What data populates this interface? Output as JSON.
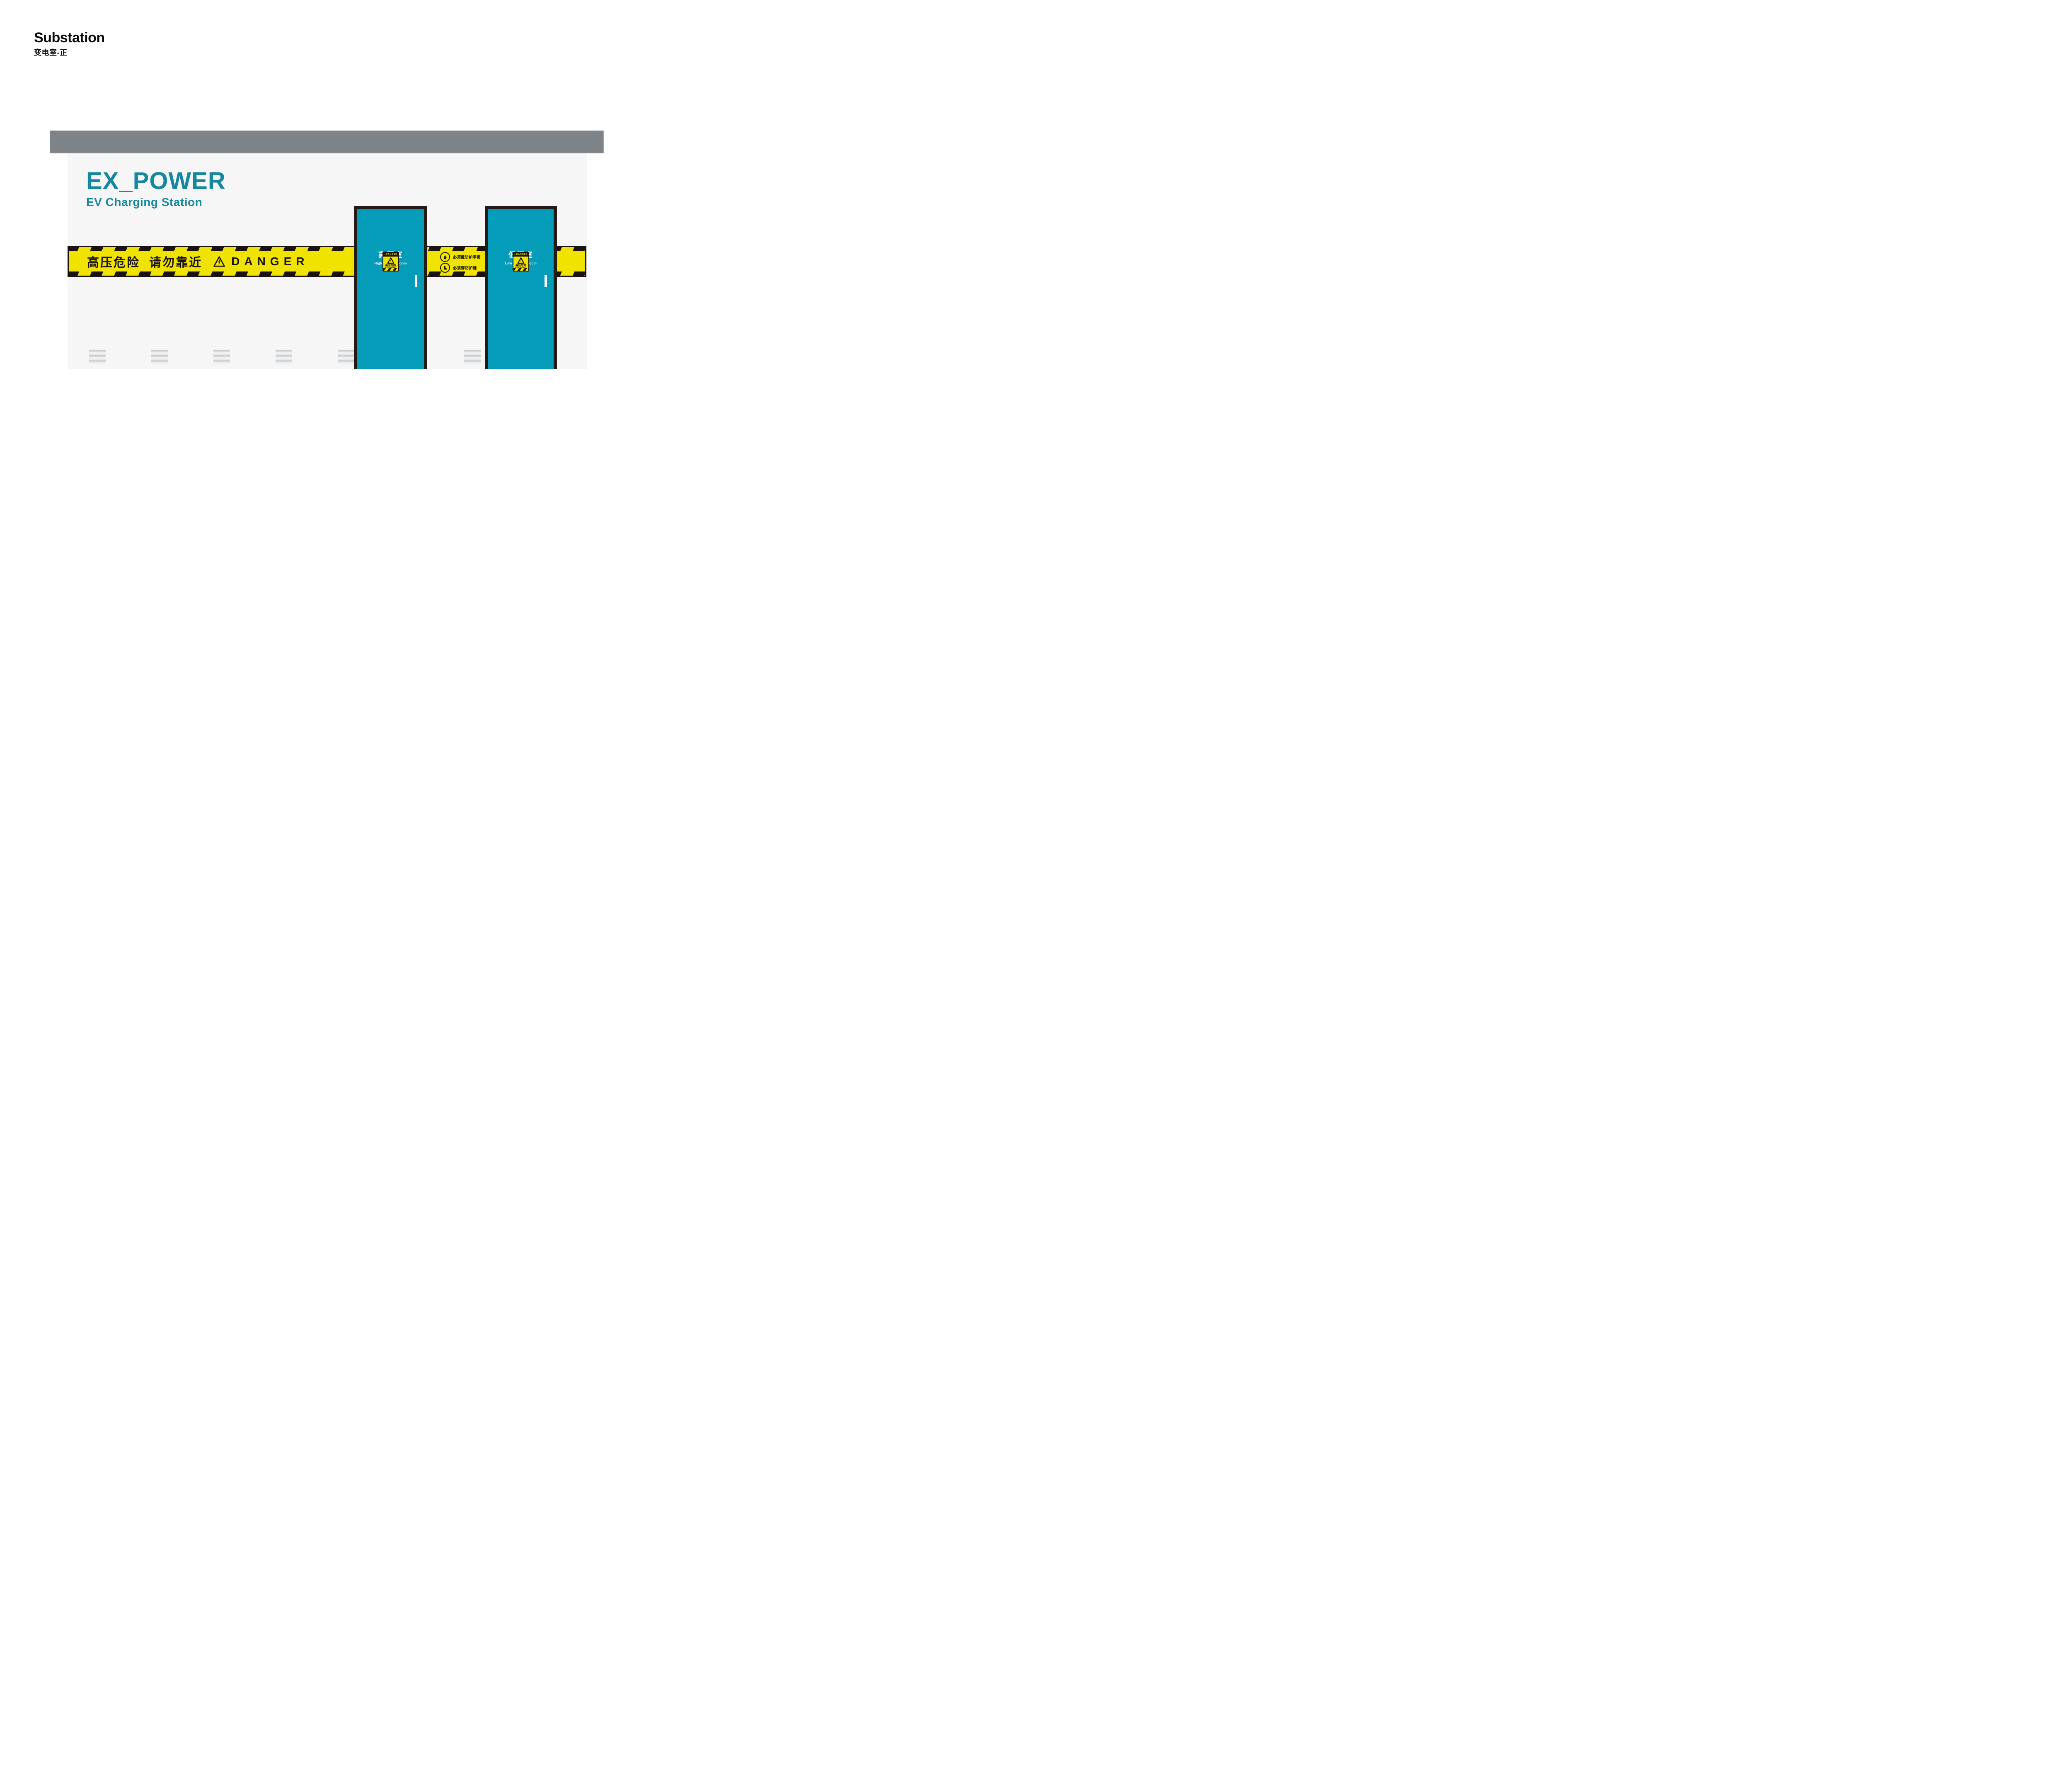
{
  "header": {
    "title": "Substation",
    "subtitle": "变电室-正"
  },
  "facade": {
    "brand": "EX_POWER",
    "brand_subtitle": "EV Charging Station"
  },
  "hazard_band": {
    "warning_text": "高压危险  请勿靠近",
    "danger_text": "DANGER",
    "icon": "high-voltage-warning-icon"
  },
  "doors": [
    {
      "name_cn": "高压室",
      "name_en": "High Voltage Room"
    },
    {
      "name_cn": "低压室",
      "name_en": "Low Voltage Room"
    }
  ],
  "warning_sticker": {
    "header": "• DANGER •",
    "title": "高压危险",
    "subtitle": "未经授权不得进入"
  },
  "ppe_notices": [
    {
      "icon": "protective-gloves-icon",
      "label": "必须戴防护手套"
    },
    {
      "icon": "protective-boots-icon",
      "label": "必须穿防护鞋"
    }
  ],
  "colors": {
    "brand_teal": "#15879f",
    "door_teal": "#049cb8",
    "hazard_yellow": "#f0e300",
    "ink_black": "#1a1311",
    "roof_gray": "#7d8386",
    "facade_gray": "#f6f6f7"
  }
}
